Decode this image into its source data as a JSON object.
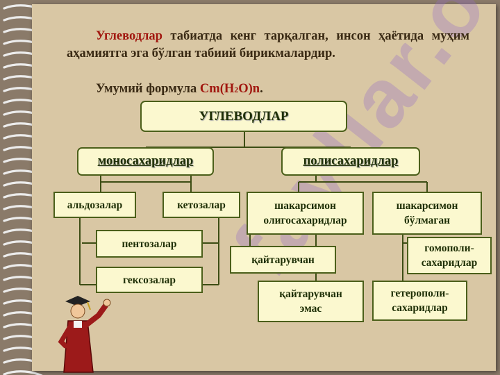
{
  "intro": {
    "highlight": "Углеводлар",
    "rest": " табиатда кенг тарқалган, инсон ҳаётида муҳим аҳамиятга эга бўлган табиий бирикмалардир."
  },
  "formula": {
    "label": "Умумий формула ",
    "prefix": "Cm(H",
    "sub": "2",
    "suffix": "O)n",
    "dot": "."
  },
  "watermark": "fayllar.org",
  "diagram": {
    "root": "УГЛЕВОДЛАР",
    "mono": "моносахаридлар",
    "poly": "полисахаридлар",
    "aldoses": "альдозалар",
    "ketoses": "кетозалар",
    "pentoses": "пентозалар",
    "hexoses": "гексозалар",
    "oligo_line1": "шакарсимон",
    "oligo_line2": "олигосахаридлар",
    "reducing": "қайтарувчан",
    "nonreducing_line1": "қайтарувчан",
    "nonreducing_line2": "эмас",
    "nonsugar_line1": "шакарсимон",
    "nonsugar_line2": "бўлмаган",
    "homo_line1": "гомополи-",
    "homo_line2": "сахаридлар",
    "hetero_line1": "гетерополи-",
    "hetero_line2": "сахаридлар"
  },
  "colors": {
    "accent_red": "#a1170f",
    "box_fill": "#fbf8cf",
    "box_border": "#4b5f1a",
    "paper": "#d9c7a4",
    "background": "#8a7a69"
  }
}
